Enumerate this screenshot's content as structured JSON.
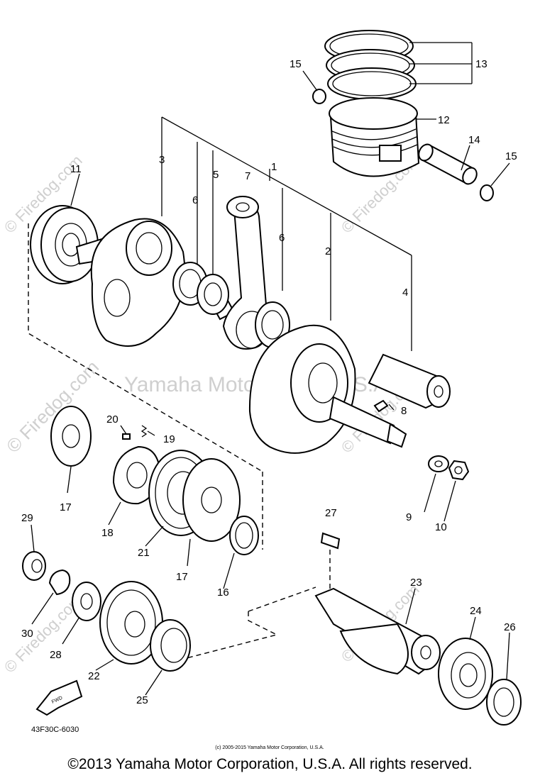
{
  "watermarks": {
    "main": "Yamaha Motor Corp., U.S.A.",
    "site": "© Firedog.com"
  },
  "callouts": {
    "p1": "1",
    "p2": "2",
    "p3": "3",
    "p4": "4",
    "p5": "5",
    "p6a": "6",
    "p6b": "6",
    "p7": "7",
    "p8": "8",
    "p9": "9",
    "p10": "10",
    "p11": "11",
    "p12": "12",
    "p13": "13",
    "p14": "14",
    "p15a": "15",
    "p15b": "15",
    "p16": "16",
    "p17a": "17",
    "p17b": "17",
    "p18": "18",
    "p19": "19",
    "p20": "20",
    "p21": "21",
    "p22": "22",
    "p23": "23",
    "p24": "24",
    "p25": "25",
    "p26": "26",
    "p27": "27",
    "p28": "28",
    "p29": "29",
    "p30": "30"
  },
  "fwd_label": "FWD",
  "diagram_code": "43F30C-6030",
  "small_copyright": "(c) 2005-2015 Yamaha Motor Corporation, U.S.A.",
  "copyright": "©2013 Yamaha Motor Corporation, U.S.A. All rights reserved."
}
